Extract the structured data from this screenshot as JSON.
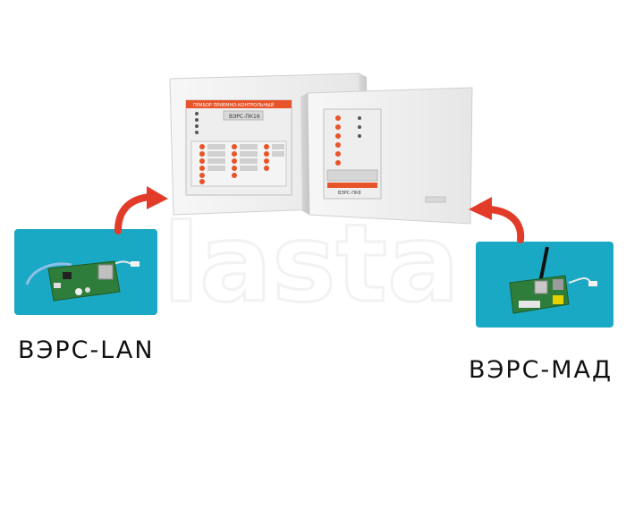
{
  "products": {
    "left_module": {
      "name": "ВЭРС-LAN"
    },
    "right_module": {
      "name": "ВЭРС-МАД"
    }
  },
  "panels": {
    "large": {
      "model": "ВЭРС-ПК16",
      "header": "ПРИБОР ПРИЕМНО-КОНТРОЛЬНЫЙ"
    },
    "small": {
      "model": "ВЭРС-ПК8"
    }
  },
  "watermark": {
    "text": "lasta"
  },
  "colors": {
    "module_background": "#1aa9c4",
    "panel_accent": "#e8542a",
    "arrow": "#e33b2a",
    "pcb": "#2e7d3a"
  }
}
